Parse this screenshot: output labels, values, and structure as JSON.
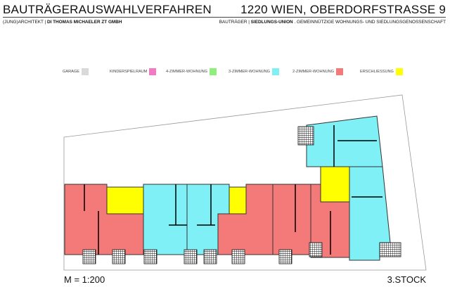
{
  "header": {
    "title": "BAUTRÄGERAUSWAHLVERFAHREN",
    "address": "1220 WIEN, OBERDORFSTRASSE 9",
    "architect_prefix": "(JUNG)ARCHITEKT | ",
    "architect_name": "DI THOMAS MICHAELER ZT GMBH",
    "developer_prefix": "BAUTRÄGER | ",
    "developer_name": "SIEDLUNGS-UNION",
    "developer_suffix": " . GEMEINNÜTZIGE WOHNUNGS- UND SIEDLUNGSGENOSSENSCHAFT"
  },
  "legend": [
    {
      "label": "GARAGE",
      "color": "#d9d9d9"
    },
    {
      "label": "KINDERSPIELRAUM",
      "color": "#f27ac0"
    },
    {
      "label": "4-ZIMMER-WOHNUNG",
      "color": "#8ef07a"
    },
    {
      "label": "3-ZIMMER-WOHNUNG",
      "color": "#7ff0f5"
    },
    {
      "label": "2-ZIMMER-WOHNUNG",
      "color": "#f47a7a"
    },
    {
      "label": "ERSCHLIESSUNG",
      "color": "#ffff00"
    }
  ],
  "footer": {
    "scale": "M = 1:200",
    "floor": "3.STOCK"
  }
}
